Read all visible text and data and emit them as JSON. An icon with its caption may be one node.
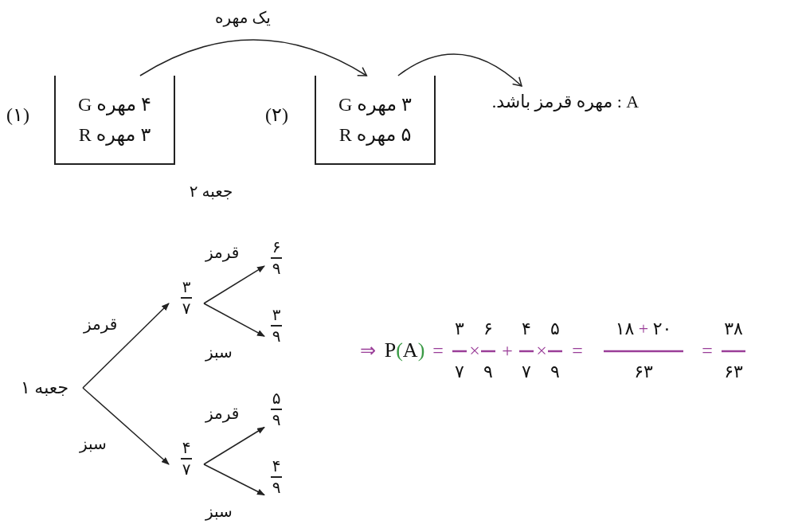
{
  "diagram": {
    "nodes": [
      {
        "text": [
          "۴ مهره G",
          "۳ مهره R"
        ],
        "beside": [
          "(۱)"
        ]
      },
      {
        "text": [
          "۳ مهره G",
          "۵ مهره R"
        ],
        "beside": [
          "(۲)"
        ]
      },
      {
        "text": [
          "A : مهره قرمز باشد."
        ]
      },
      {
        "text": [
          "جعبه ۱"
        ]
      },
      {
        "text": [
          "۳",
          "۷"
        ]
      },
      {
        "text": [
          "۴",
          "۷"
        ]
      },
      {
        "text": [
          "۶",
          "۹"
        ]
      },
      {
        "text": [
          "۳",
          "۹"
        ]
      },
      {
        "text": [
          "۵",
          "۹"
        ]
      },
      {
        "text": [
          "۴",
          "۹"
        ]
      }
    ],
    "edges": [
      {
        "from": 0,
        "to": 1,
        "arrow": "to",
        "label": "یک مهره"
      },
      {
        "from": 1,
        "to": 2,
        "arrow": "to"
      },
      {
        "from": 3,
        "to": 4,
        "arrow": "to",
        "label": "قرمز"
      },
      {
        "from": 3,
        "to": 5,
        "arrow": "to",
        "label": "سبز"
      },
      {
        "from": 4,
        "to": 6,
        "arrow": "to",
        "label": "قرمز"
      },
      {
        "from": 4,
        "to": 7,
        "arrow": "to",
        "label": "سبز"
      },
      {
        "from": 5,
        "to": 8,
        "arrow": "to",
        "label": "قرمز"
      },
      {
        "from": 5,
        "to": 9,
        "arrow": "to",
        "label": "سبز"
      }
    ],
    "labels": [
      "جعبه ۲",
      "⇒",
      "P(A)",
      "=",
      "۳",
      "۷",
      "×",
      "۶",
      "۹",
      "+",
      "۴",
      "۷",
      "×",
      "۵",
      "۹",
      "=",
      "۱۸ + ۲۰",
      "۶۳",
      "=",
      "۳۸",
      "۶۳"
    ]
  }
}
